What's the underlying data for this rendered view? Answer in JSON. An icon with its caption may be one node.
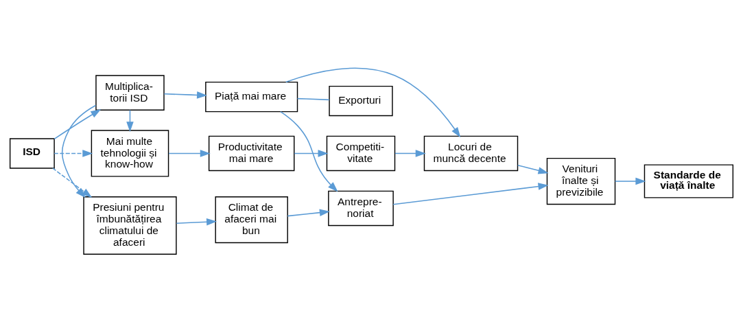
{
  "diagram": {
    "nodes": [
      {
        "text": [
          "ISD"
        ]
      },
      {
        "text": [
          "Mai multe tehnologii și know-how"
        ]
      },
      {
        "text": [
          "Productivitate mai mare"
        ]
      },
      {
        "text": [
          "Competiti- vitate"
        ]
      },
      {
        "text": [
          "Multiplica- torii ISD"
        ]
      },
      {
        "text": [
          "Piață mai mare"
        ]
      },
      {
        "text": [
          "Exporturi"
        ]
      },
      {
        "text": [
          "Locuri de muncă decente"
        ]
      },
      {
        "text": [
          "Antrepre- noriat"
        ]
      },
      {
        "text": [
          "Venituri înalte și previzibile"
        ]
      },
      {
        "text": [
          "Standarde de viață înalte"
        ]
      },
      {
        "text": [
          "Presiuni pentru îmbunătățirea climatului de afaceri"
        ]
      },
      {
        "text": [
          "Climat de afaceri mai bun"
        ]
      }
    ],
    "edges": [
      {
        "from": 0,
        "to": 1,
        "arrow": "to",
        "style": "dashed"
      },
      {
        "from": 0,
        "to": 4,
        "arrow": "to"
      },
      {
        "from": 0,
        "to": 11,
        "arrow": "to",
        "style": "dashed"
      },
      {
        "from": 4,
        "to": 1,
        "arrow": "to"
      },
      {
        "from": 4,
        "to": 5,
        "arrow": "to"
      },
      {
        "from": 4,
        "to": 11,
        "arrow": "to"
      },
      {
        "from": 1,
        "to": 2,
        "arrow": "to"
      },
      {
        "from": 2,
        "to": 3,
        "arrow": "to"
      },
      {
        "from": 3,
        "to": 7,
        "arrow": "to"
      },
      {
        "from": 5,
        "to": 6,
        "arrow": "none"
      },
      {
        "from": 5,
        "to": 7,
        "arrow": "to"
      },
      {
        "from": 5,
        "to": 8,
        "arrow": "to"
      },
      {
        "from": 7,
        "to": 9,
        "arrow": "to"
      },
      {
        "from": 8,
        "to": 9,
        "arrow": "to"
      },
      {
        "from": 9,
        "to": 10,
        "arrow": "to"
      },
      {
        "from": 11,
        "to": 12,
        "arrow": "to"
      },
      {
        "from": 12,
        "to": 8,
        "arrow": "to"
      }
    ]
  }
}
